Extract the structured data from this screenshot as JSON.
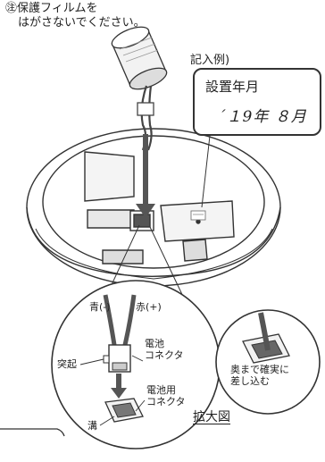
{
  "note": {
    "line1": "㊟保護フィルムを",
    "line2": "はがさないでください。"
  },
  "example": {
    "title": "記入例)",
    "header": "設置年月",
    "date": "´１9年 ８月"
  },
  "labels": {
    "blue": "青(-)",
    "red": "赤(+)",
    "battery_connector": "電池\nコネクタ",
    "protrusion": "突起",
    "connector_for_battery": "電池用\nコネクタ",
    "groove": "溝",
    "insert_firmly": "奥まで確実に\n差し込む",
    "enlarged_view": "拡大図"
  }
}
